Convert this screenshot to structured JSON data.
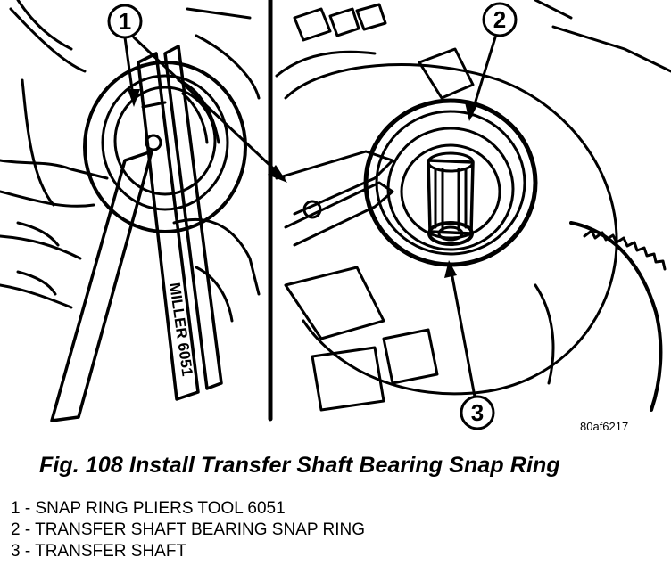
{
  "figure": {
    "image_id": "80af6217",
    "tool_marking": "MILLER 6051",
    "callouts": [
      "1",
      "2",
      "3"
    ]
  },
  "caption": "Fig. 108 Install Transfer Shaft Bearing Snap Ring",
  "legend": [
    "1 - SNAP RING PLIERS TOOL 6051",
    "2 - TRANSFER SHAFT BEARING SNAP RING",
    "3 - TRANSFER SHAFT"
  ]
}
